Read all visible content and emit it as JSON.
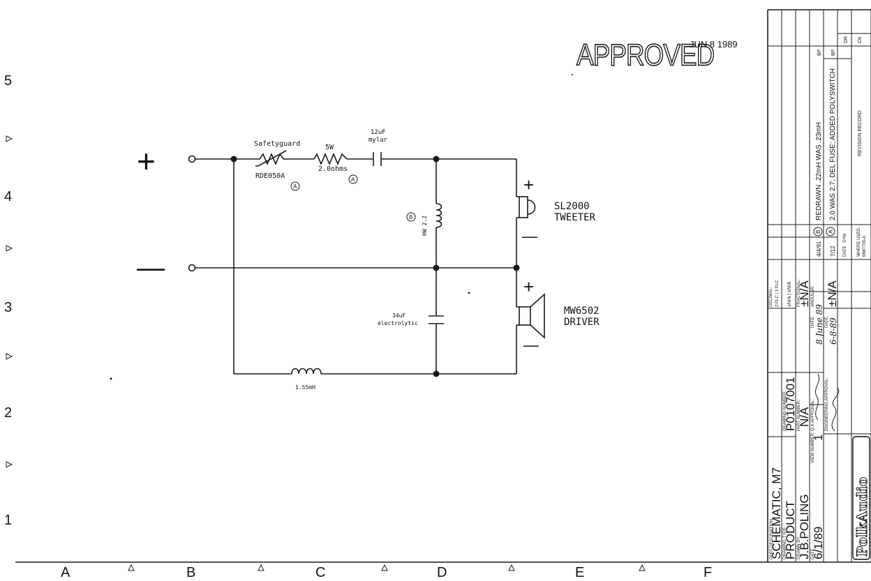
{
  "stamp": {
    "approved": "APPROVED",
    "date": "JUN 8 1989"
  },
  "grid": {
    "rows": [
      "5",
      "4",
      "3",
      "2",
      "1"
    ],
    "cols": [
      "A",
      "B",
      "C",
      "D",
      "E",
      "F"
    ]
  },
  "terminals": {
    "plus": "+",
    "minus": "—"
  },
  "components": {
    "ptc_label": "Safetyguard",
    "ptc_part": "RDE050A",
    "resistor_value": "5W",
    "resistor_ohms": "2.0ohms",
    "cap1_value": "12uF",
    "cap1_type": "mylar",
    "ind1_value": "HW 2.2",
    "cap2_value": "34uF",
    "cap2_type": "electrolytic",
    "ind2_value": "1.55mH",
    "marker_a": "A",
    "marker_b": "B"
  },
  "speakers": {
    "tweeter_name": "SL2000",
    "tweeter_type": "TWEETER",
    "driver_name": "MW6502",
    "driver_type": "DRIVER",
    "plus": "+",
    "minus": "—"
  },
  "title_block": {
    "part_desc_label": "PART DESCRIPTION",
    "part_desc": "SCHEMATIC, M7",
    "drawing_type_label": "DRAWING TYPE",
    "drawing_type": "PRODUCT",
    "drawn_by_label": "DRAWN BY:",
    "drawn_by": "J.B.POLING",
    "date_label": "DATE:",
    "date": "6/1/89",
    "drawing_number_label": "DRAWING NUMBER:",
    "drawing_number": "P0107001",
    "part_number_label": "PART NUMBER:",
    "part_number": "N/A",
    "view_number_label": "VIEW NUMBER:",
    "view_number": "1",
    "qa_label": "Q.A.APPROVAL:",
    "eng_label": "ENGINEERING APPROVAL:",
    "date_label_2": "DATE:",
    "qa_date": "8 June 89",
    "eng_date": "6-8-89",
    "decimal_label": "DECIMAL:",
    "decimal_cols": "2 PLC | 3 PLC",
    "decimal_vals": "±N/A | ±N/A",
    "fractional_label": "FRACTIONAL:",
    "fractional_val": "±N/A",
    "angular_label": "ANGULAR:",
    "angular_val": "±N/A",
    "logo": "PolkAudio"
  },
  "revision": {
    "rows": [
      {
        "date": "4/4/91",
        "sym": "B",
        "desc": "REDRAWN .22mH WAS .23mH",
        "dr": "BP"
      },
      {
        "date": "7/12",
        "sym": "A",
        "desc": "2.0 WAS 2.7; DEL FUSE; ADDED POLYSWITCH",
        "dr": "BP"
      }
    ],
    "header_date": "DATE",
    "header_sym": "SYM",
    "record_title": "REVISION RECORD",
    "header_dr": "DR",
    "header_ck": "CK",
    "where_used_label": "WHERE USED:",
    "where_used": "MW7700-A"
  }
}
